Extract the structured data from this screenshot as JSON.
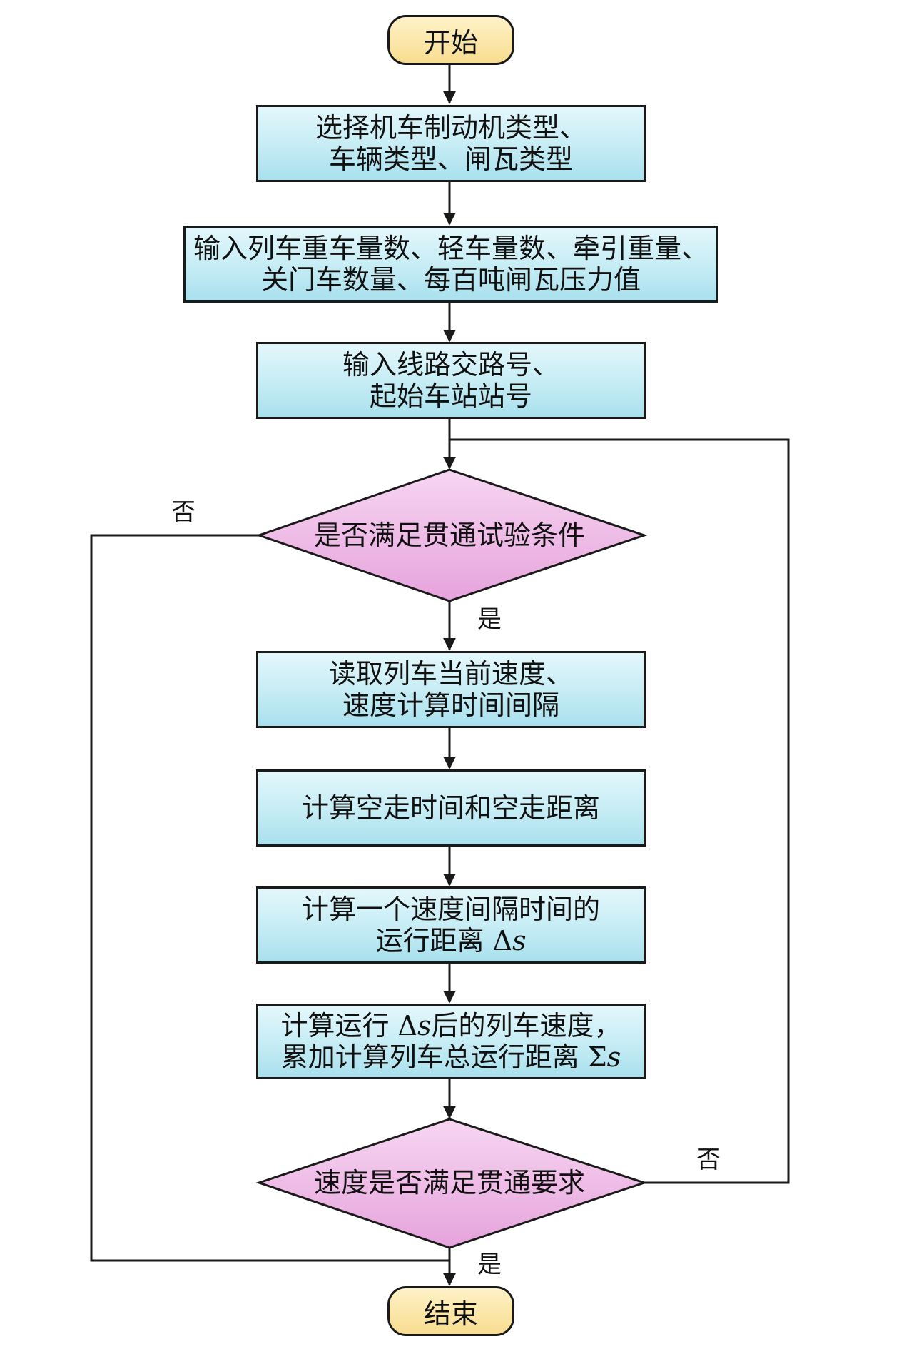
{
  "start_label": "开始",
  "end_label": "结束",
  "steps": {
    "select_types": [
      "选择机车制动机类型、",
      "车辆类型、闸瓦类型"
    ],
    "input_train": [
      "输入列车重车量数、轻车量数、牵引重量、",
      "关门车数量、每百吨闸瓦压力值"
    ],
    "input_route": [
      "输入线路交路号、",
      "起始车站站号"
    ],
    "read_speed": [
      "读取列车当前速度、",
      "速度计算时间间隔"
    ],
    "idle_distance": [
      "计算空走时间和空走距离"
    ],
    "interval_distance": {
      "line1": "计算一个速度间隔时间的",
      "line2_prefix": "运行距离 Δ",
      "line2_var": "s"
    },
    "accumulate": {
      "line1_prefix": "计算运行 Δ",
      "line1_var": "s",
      "line1_suffix": "后的列车速度，",
      "line2_prefix": "累加计算列车总运行距离 Σ",
      "line2_var": "s"
    }
  },
  "decisions": {
    "test_condition": "是否满足贯通试验条件",
    "speed_requirement": "速度是否满足贯通要求"
  },
  "branch_labels": {
    "yes": "是",
    "no": "否"
  }
}
